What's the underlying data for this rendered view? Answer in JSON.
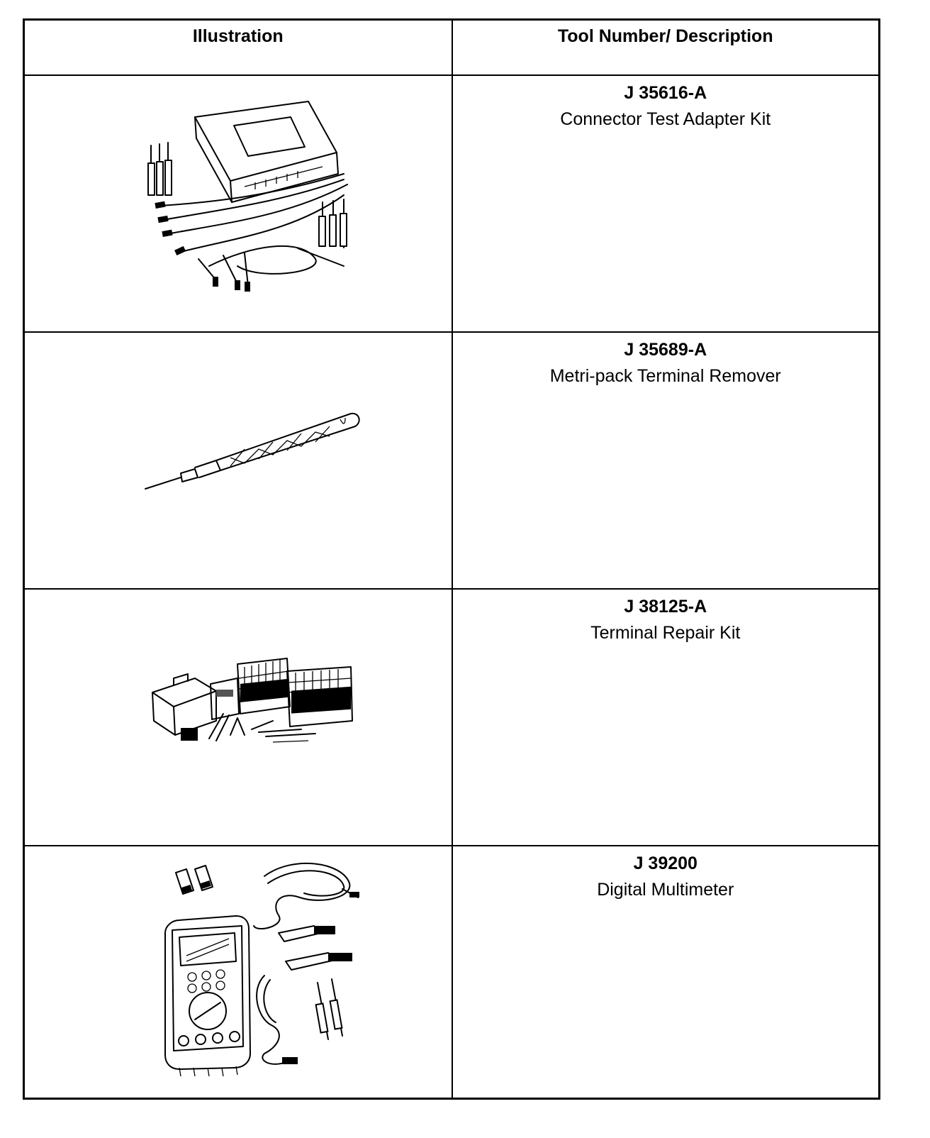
{
  "table": {
    "headers": {
      "illustration": "Illustration",
      "tool": "Tool Number/ Description"
    },
    "rows": [
      {
        "number": "J 35616-A",
        "description": "Connector Test Adapter Kit",
        "icon": "connector-test-adapter-kit-icon"
      },
      {
        "number": "J 35689-A",
        "description": "Metri-pack Terminal Remover",
        "icon": "terminal-remover-icon"
      },
      {
        "number": "J 38125-A",
        "description": "Terminal Repair Kit",
        "icon": "terminal-repair-kit-icon"
      },
      {
        "number": "J 39200",
        "description": "Digital Multimeter",
        "icon": "digital-multimeter-icon"
      }
    ]
  }
}
